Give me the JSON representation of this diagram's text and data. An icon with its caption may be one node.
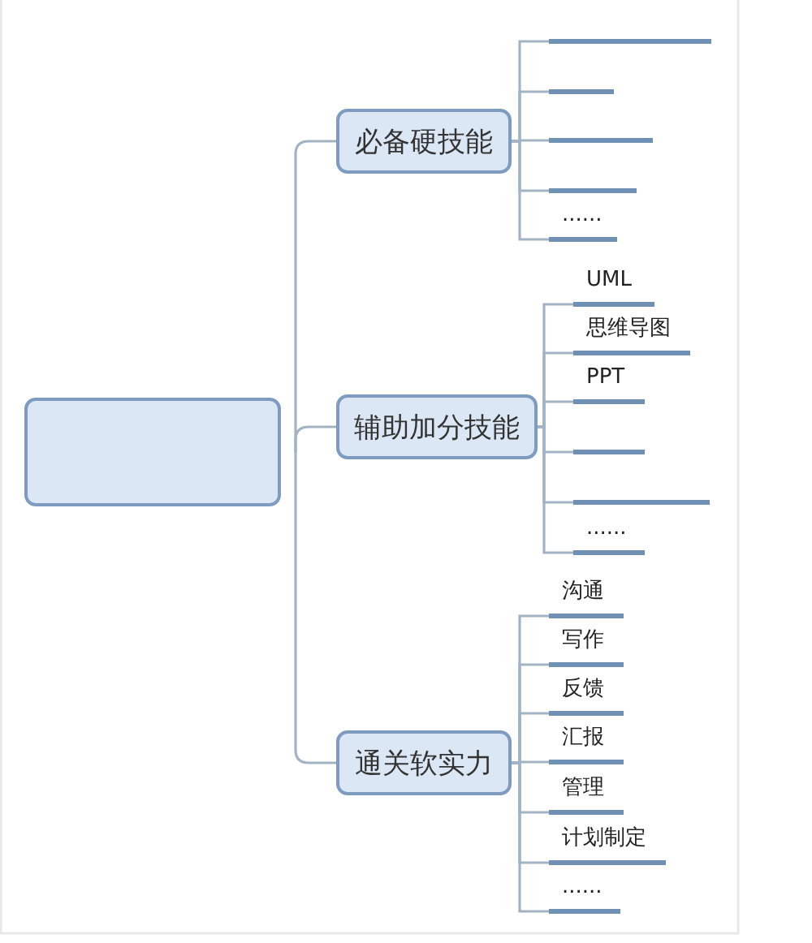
{
  "diagram": {
    "nodes": [
      {
        "text": [],
        "shape": "box"
      },
      {
        "text": [
          "必备硬技能"
        ]
      },
      {
        "text": [],
        "shape": "line"
      },
      {
        "text": [],
        "shape": "line"
      },
      {
        "text": [],
        "shape": "line"
      },
      {
        "text": [],
        "shape": "line"
      },
      {
        "text": [
          "......"
        ]
      },
      {
        "text": [
          "辅助加分技能"
        ]
      },
      {
        "text": [
          "UML"
        ]
      },
      {
        "text": [
          "思维导图"
        ]
      },
      {
        "text": [
          "PPT"
        ]
      },
      {
        "text": [],
        "shape": "line"
      },
      {
        "text": [],
        "shape": "line"
      },
      {
        "text": [
          "......"
        ]
      },
      {
        "text": [
          "通关软实力"
        ]
      },
      {
        "text": [
          "沟通"
        ]
      },
      {
        "text": [
          "写作"
        ]
      },
      {
        "text": [
          "反馈"
        ]
      },
      {
        "text": [
          "汇报"
        ]
      },
      {
        "text": [
          "管理"
        ]
      },
      {
        "text": [
          "计划制定"
        ]
      },
      {
        "text": [
          "......"
        ]
      }
    ],
    "edges": [
      {
        "from": 0,
        "to": 1,
        "arrow": "none"
      },
      {
        "from": 0,
        "to": 7,
        "arrow": "none"
      },
      {
        "from": 0,
        "to": 14,
        "arrow": "none"
      },
      {
        "from": 1,
        "to": 2,
        "arrow": "none"
      },
      {
        "from": 1,
        "to": 3,
        "arrow": "none"
      },
      {
        "from": 1,
        "to": 4,
        "arrow": "none"
      },
      {
        "from": 1,
        "to": 5,
        "arrow": "none"
      },
      {
        "from": 1,
        "to": 6,
        "arrow": "none"
      },
      {
        "from": 7,
        "to": 8,
        "arrow": "none"
      },
      {
        "from": 7,
        "to": 9,
        "arrow": "none"
      },
      {
        "from": 7,
        "to": 10,
        "arrow": "none"
      },
      {
        "from": 7,
        "to": 11,
        "arrow": "none"
      },
      {
        "from": 7,
        "to": 12,
        "arrow": "none"
      },
      {
        "from": 7,
        "to": 13,
        "arrow": "none"
      },
      {
        "from": 14,
        "to": 15,
        "arrow": "none"
      },
      {
        "from": 14,
        "to": 16,
        "arrow": "none"
      },
      {
        "from": 14,
        "to": 17,
        "arrow": "none"
      },
      {
        "from": 14,
        "to": 18,
        "arrow": "none"
      },
      {
        "from": 14,
        "to": 19,
        "arrow": "none"
      },
      {
        "from": 14,
        "to": 20,
        "arrow": "none"
      },
      {
        "from": 14,
        "to": 21,
        "arrow": "none"
      }
    ]
  }
}
